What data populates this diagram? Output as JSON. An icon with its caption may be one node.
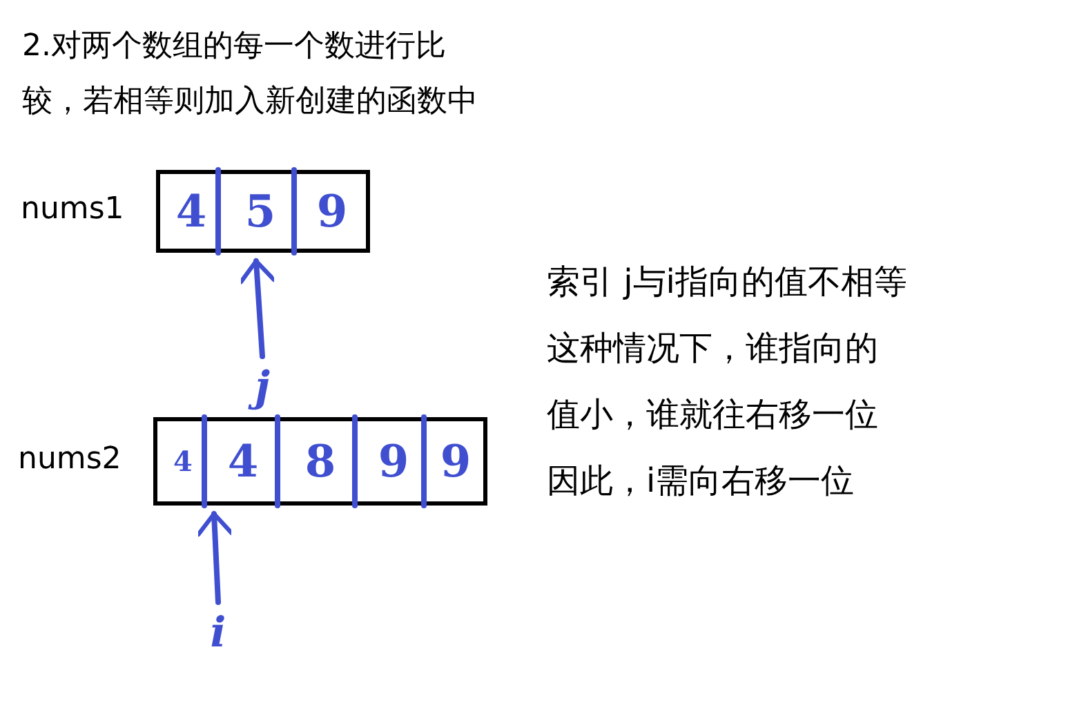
{
  "diagram": {
    "title": "2.对两个数组的每一个数进行比较，若相等则加入新创建的函数中",
    "nodes": [
      {
        "text": [],
        "shape": "box",
        "beside": [
          "nums1"
        ]
      },
      {
        "text": [
          "4"
        ],
        "in": 0
      },
      {
        "text": [
          "5"
        ],
        "in": 0
      },
      {
        "text": [
          "9"
        ],
        "in": 0
      },
      {
        "text": [
          "j"
        ]
      },
      {
        "text": [],
        "shape": "box",
        "beside": [
          "nums2"
        ]
      },
      {
        "text": [
          "4"
        ],
        "in": 5
      },
      {
        "text": [
          "4"
        ],
        "in": 5
      },
      {
        "text": [
          "8"
        ],
        "in": 5
      },
      {
        "text": [
          "9"
        ],
        "in": 5
      },
      {
        "text": [
          "9"
        ],
        "in": 5
      },
      {
        "text": [
          "i"
        ]
      }
    ],
    "edges": [
      {
        "from": 4,
        "to": 2,
        "arrow": "to"
      },
      {
        "from": 11,
        "to": 7,
        "arrow": "to"
      }
    ],
    "labels": [
      "索引 j与i指向的值不相等",
      "这种情况下，谁指向的",
      "值小，谁就往右移一位",
      "因此，i需向右移一位"
    ]
  }
}
